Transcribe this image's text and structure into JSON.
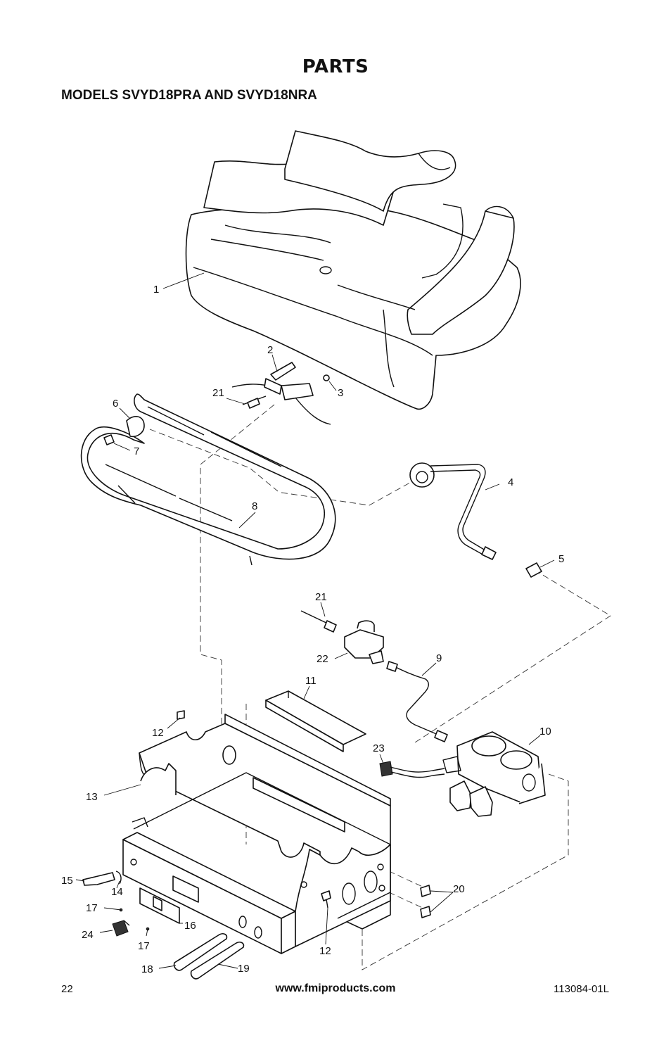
{
  "header": {
    "title": "PARTS",
    "subtitle": "MODELS SVYD18PRA AND SVYD18NRA"
  },
  "diagram": {
    "callouts": {
      "c1": "1",
      "c2": "2",
      "c3": "3",
      "c4": "4",
      "c5": "5",
      "c6": "6",
      "c7": "7",
      "c8": "8",
      "c9": "9",
      "c10": "10",
      "c11": "11",
      "c12a": "12",
      "c12b": "12",
      "c13": "13",
      "c14": "14",
      "c15": "15",
      "c16": "16",
      "c17a": "17",
      "c17b": "17",
      "c18": "18",
      "c19": "19",
      "c20": "20",
      "c21a": "21",
      "c21b": "21",
      "c22": "22",
      "c23": "23",
      "c24": "24"
    }
  },
  "footer": {
    "page_number": "22",
    "website": "www.fmiproducts.com",
    "doc_code": "113084-01L"
  }
}
